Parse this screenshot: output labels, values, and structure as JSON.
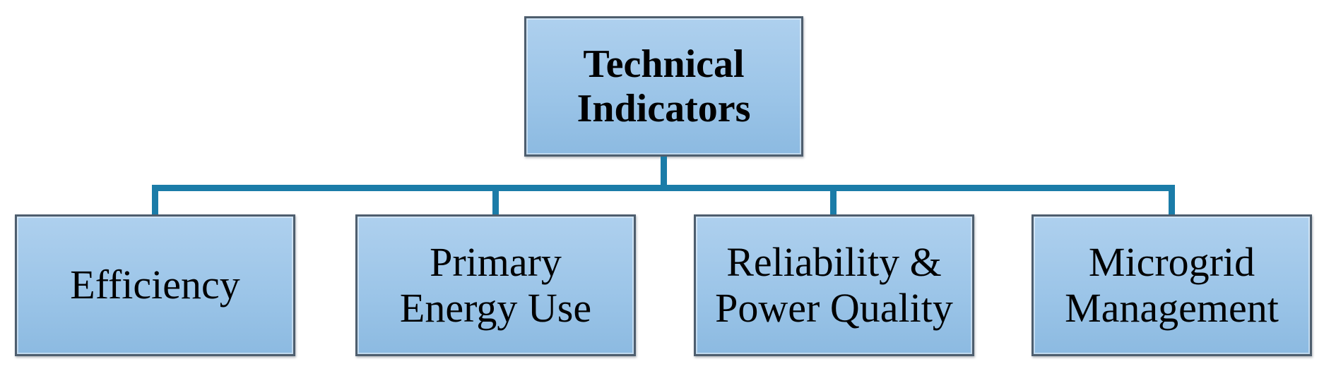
{
  "diagram": {
    "type": "hierarchy",
    "root": {
      "label": "Technical\nIndicators"
    },
    "children": [
      {
        "label": "Efficiency"
      },
      {
        "label": "Primary\nEnergy Use"
      },
      {
        "label": "Reliability &\nPower Quality"
      },
      {
        "label": "Microgrid\nManagement"
      }
    ]
  },
  "colors": {
    "background": "#ffffff",
    "box_fill_top": "#aed0ee",
    "box_fill_mid": "#9cc5e8",
    "box_fill_bottom": "#8cbae1",
    "box_border": "#4e5e6e",
    "connector": "#1b7ca8",
    "text": "#000000"
  }
}
